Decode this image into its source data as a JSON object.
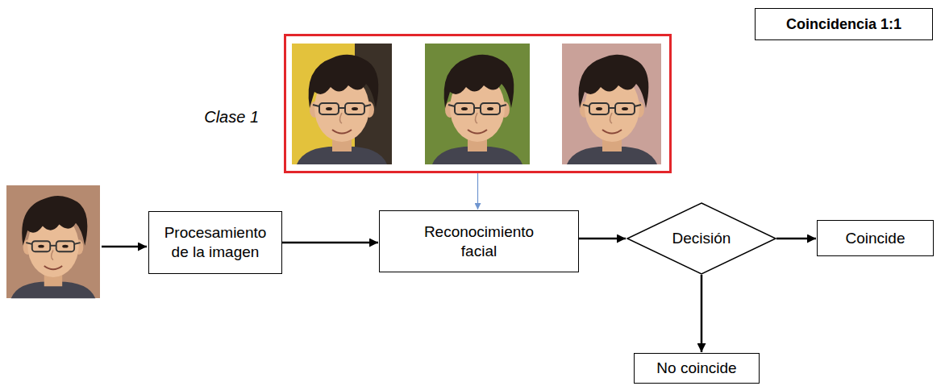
{
  "diagram": {
    "nodes": [
      {
        "text": [
          "Coincidencia 1:1"
        ]
      },
      {
        "text": [
          "Clase 1"
        ]
      },
      {
        "text": [
          "Procesamiento de la imagen"
        ]
      },
      {
        "text": [
          "Reconocimiento facial"
        ]
      },
      {
        "text": [
          "Decisión"
        ]
      },
      {
        "text": [
          "Coincide"
        ]
      },
      {
        "text": [
          "No coincide"
        ]
      }
    ],
    "edges": [
      {
        "from": 2,
        "to": 3,
        "arrow": "to"
      },
      {
        "from": 1,
        "to": 3,
        "arrow": "to"
      },
      {
        "from": 3,
        "to": 4,
        "arrow": "to"
      },
      {
        "from": 4,
        "to": 5,
        "arrow": "to"
      },
      {
        "from": 4,
        "to": 6,
        "arrow": "to"
      }
    ]
  }
}
